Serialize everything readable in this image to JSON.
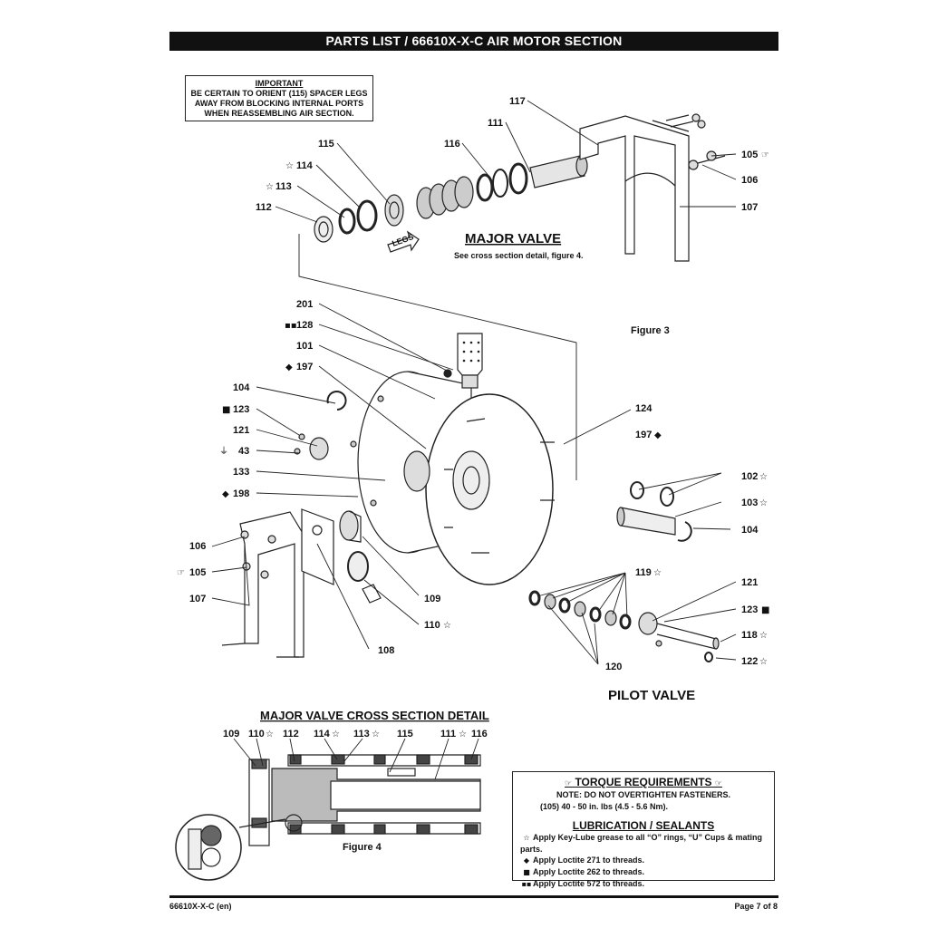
{
  "header": {
    "title": "PARTS LIST / 66610X-X-C AIR MOTOR SECTION"
  },
  "important": {
    "heading": "IMPORTANT",
    "line1": "BE CERTAIN TO ORIENT (115) SPACER LEGS",
    "line2": "AWAY FROM BLOCKING INTERNAL PORTS",
    "line3": "WHEN REASSEMBLING AIR SECTION."
  },
  "major_valve": {
    "title": "MAJOR VALVE",
    "subtitle": "See cross section detail, figure 4.",
    "legs": "LEGS"
  },
  "figure3": "Figure 3",
  "figure4": "Figure 4",
  "pilot_valve": "PILOT VALVE",
  "cross_section_title": "MAJOR VALVE CROSS SECTION DETAIL",
  "symbols": {
    "star": "☆",
    "diamond": "◆",
    "square": "■",
    "quad": "▪▪",
    "hand": "☞",
    "ground": "⏚"
  },
  "labels": {
    "l117": "117",
    "l111": "111",
    "l115": "115",
    "l116": "116",
    "l114": "114",
    "l113": "113",
    "l112": "112",
    "l105a": "105",
    "l106a": "106",
    "l107a": "107",
    "l201": "201",
    "l128": "128",
    "l101": "101",
    "l197a": "197",
    "l104a": "104",
    "l123a": "123",
    "l121a": "121",
    "l43": "43",
    "l133": "133",
    "l198": "198",
    "l124": "124",
    "l197b": "197",
    "l102": "102",
    "l103": "103",
    "l104b": "104",
    "l106b": "106",
    "l105b": "105",
    "l107b": "107",
    "l109": "109",
    "l110": "110",
    "l108": "108",
    "l119": "119",
    "l121b": "121",
    "l123b": "123",
    "l118": "118",
    "l122": "122",
    "l120": "120",
    "c109": "109",
    "c110": "110",
    "c112": "112",
    "c114": "114",
    "c113": "113",
    "c115": "115",
    "c111": "111",
    "c116": "116"
  },
  "requirements": {
    "torque_title": "TORQUE REQUIREMENTS",
    "note": "NOTE: DO NOT OVERTIGHTEN FASTENERS.",
    "torque": "(105) 40 - 50 in. lbs (4.5 - 5.6 Nm).",
    "lub_title": "LUBRICATION / SEALANTS",
    "items": [
      {
        "symbol": "☆",
        "text": "Apply Key-Lube grease to all “O” rings, “U” Cups & mating parts."
      },
      {
        "symbol": "◆",
        "text": "Apply Loctite 271 to threads."
      },
      {
        "symbol": "■",
        "text": "Apply Loctite 262 to threads."
      },
      {
        "symbol": "▪▪",
        "text": "Apply Loctite 572 to threads."
      }
    ]
  },
  "footer": {
    "left": "66610X-X-C (en)",
    "right": "Page 7 of 8"
  }
}
